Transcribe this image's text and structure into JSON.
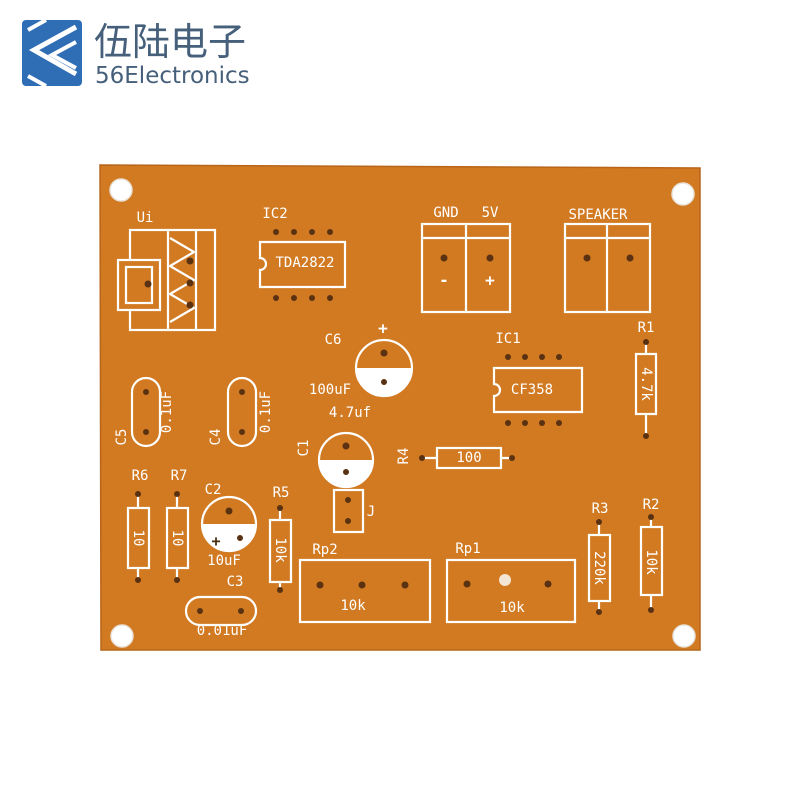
{
  "brand": {
    "name_cn": "伍陆电子",
    "name_en": "56Electronics",
    "icon": "brand-logo-icon",
    "color": "#2f6db5"
  },
  "pcb": {
    "board_color": "#d17a22",
    "silkscreen_color": "#ffffff",
    "labels": {
      "ui": "Ui",
      "ic2": "IC2",
      "ic2_part": "TDA2822",
      "gnd": "GND",
      "v5": "5V",
      "gnd_sign": "-",
      "v5_sign": "+",
      "speaker": "SPEAKER",
      "c6": "C6",
      "c6_plus": "+",
      "c6_value": "100uF",
      "ic1": "IC1",
      "ic1_part": "CF358",
      "r1": "R1",
      "r1_value": "4.7k",
      "c5": "C5",
      "c5_value": "0.1uF",
      "c4": "C4",
      "c4_value": "0.1uF",
      "c1": "C1",
      "c1_value": "4.7uf",
      "r4": "R4",
      "r4_value": "100",
      "r6": "R6",
      "r6_value": "10",
      "r7": "R7",
      "r7_value": "10",
      "c2": "C2",
      "c2_plus": "+",
      "c2_value": "10uF",
      "r5": "R5",
      "r5_value": "10k",
      "j": "J",
      "c3": "C3",
      "c3_value": "0.01uF",
      "rp2": "Rp2",
      "rp2_value": "10k",
      "rp1": "Rp1",
      "rp1_value": "10k",
      "r3": "R3",
      "r3_value": "220k",
      "r2": "R2",
      "r2_value": "10k"
    }
  }
}
